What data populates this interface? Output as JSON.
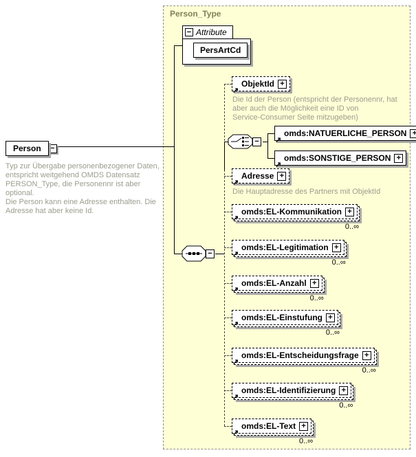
{
  "diagram": {
    "container": {
      "title": "Person_Type"
    },
    "root": {
      "label": "Person",
      "annotation": "Typ zur Übergabe personenbezogener Daten,\nentspricht weitgehend OMDS Datensatz\nPERSON_Type, die Personennr ist aber optional.\nDie Person kann eine Adresse enthalten. Die\nAdresse hat aber keine Id."
    },
    "attributes": {
      "header": "Attribute",
      "items": [
        {
          "name": "PersArtCd"
        }
      ]
    },
    "children": [
      {
        "label": "ObjektId",
        "annotation": "Die Id der Person (entspricht der Personennr, hat\naber auch die Möglichkeit eine ID von\nService-Consumer Seite mitzugeben)"
      },
      {
        "label": "omds:NATUERLICHE_PERSON"
      },
      {
        "label": "omds:SONSTIGE_PERSON"
      },
      {
        "label": "Adresse",
        "annotation": "Die Hauptadresse des Partners mit ObjektId"
      },
      {
        "label": "omds:EL-Kommunikation",
        "occurrence": "0..∞"
      },
      {
        "label": "omds:EL-Legitimation",
        "occurrence": "0..∞"
      },
      {
        "label": "omds:EL-Anzahl",
        "occurrence": "0..∞"
      },
      {
        "label": "omds:EL-Einstufung",
        "occurrence": "0..∞"
      },
      {
        "label": "omds:EL-Entscheidungsfrage",
        "occurrence": "0..∞"
      },
      {
        "label": "omds:EL-Identifizierung",
        "occurrence": "0..∞"
      },
      {
        "label": "omds:EL-Text",
        "occurrence": "0..∞"
      }
    ],
    "icons": {
      "collapse": "−",
      "expand": "+",
      "reference_arrow": "↗"
    },
    "colors": {
      "container_fill": "#ffffd6",
      "container_border": "#8e8e8e",
      "title_text": "#82825a",
      "annotation_text": "#9c9c8e",
      "shadow": "#a8a8a8",
      "line": "#000000"
    }
  }
}
